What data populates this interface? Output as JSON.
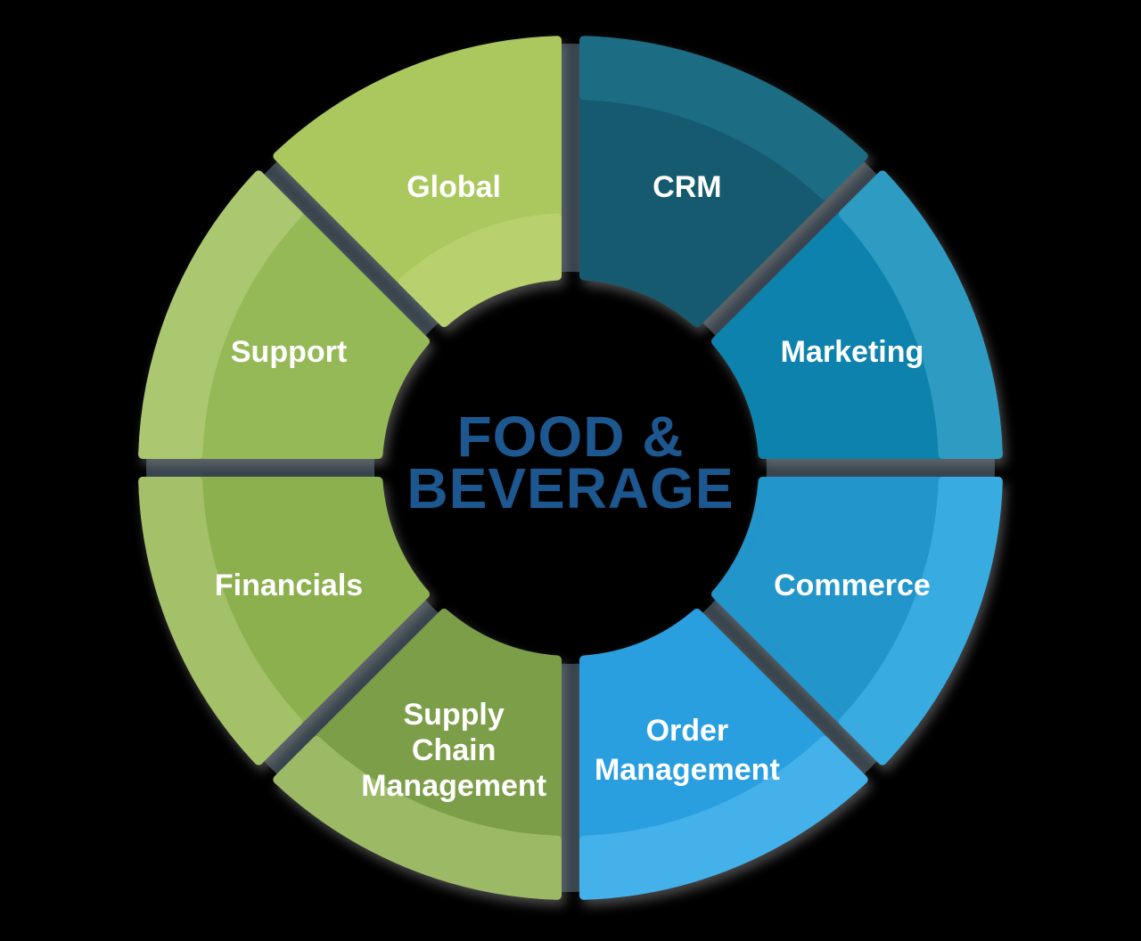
{
  "background": "#000000",
  "divider_color": "#36424b",
  "label_color": "#ffffff",
  "center": {
    "line1": "FOOD &",
    "line2": "BEVERAGE",
    "color": "#1d578f"
  },
  "segments": [
    {
      "label": "CRM",
      "lines": [
        "CRM"
      ],
      "color": "#145a70",
      "band": "#1e6c83",
      "highlight": "outer"
    },
    {
      "label": "Marketing",
      "lines": [
        "Marketing"
      ],
      "color": "#1182ac",
      "band": "#2f9cc2",
      "highlight": "outer"
    },
    {
      "label": "Commerce",
      "lines": [
        "Commerce"
      ],
      "color": "#2095ca",
      "band": "#38ace0",
      "highlight": "outer"
    },
    {
      "label": "Order Management",
      "lines": [
        "Order",
        "Management"
      ],
      "color": "#2b9fe0",
      "band": "#44b1ea",
      "highlight": "outer"
    },
    {
      "label": "Supply Chain Management",
      "lines": [
        "Supply",
        "Chain",
        "Management"
      ],
      "color": "#7d9e48",
      "band": "#9cba66",
      "highlight": "outer"
    },
    {
      "label": "Financials",
      "lines": [
        "Financials"
      ],
      "color": "#8db050",
      "band": "#a4c169",
      "highlight": "outer"
    },
    {
      "label": "Support",
      "lines": [
        "Support"
      ],
      "color": "#96b958",
      "band": "#abc871",
      "highlight": "outer"
    },
    {
      "label": "Global",
      "lines": [
        "Global"
      ],
      "color": "#aac85d",
      "band": "#b9d06e",
      "highlight": "inner"
    }
  ]
}
